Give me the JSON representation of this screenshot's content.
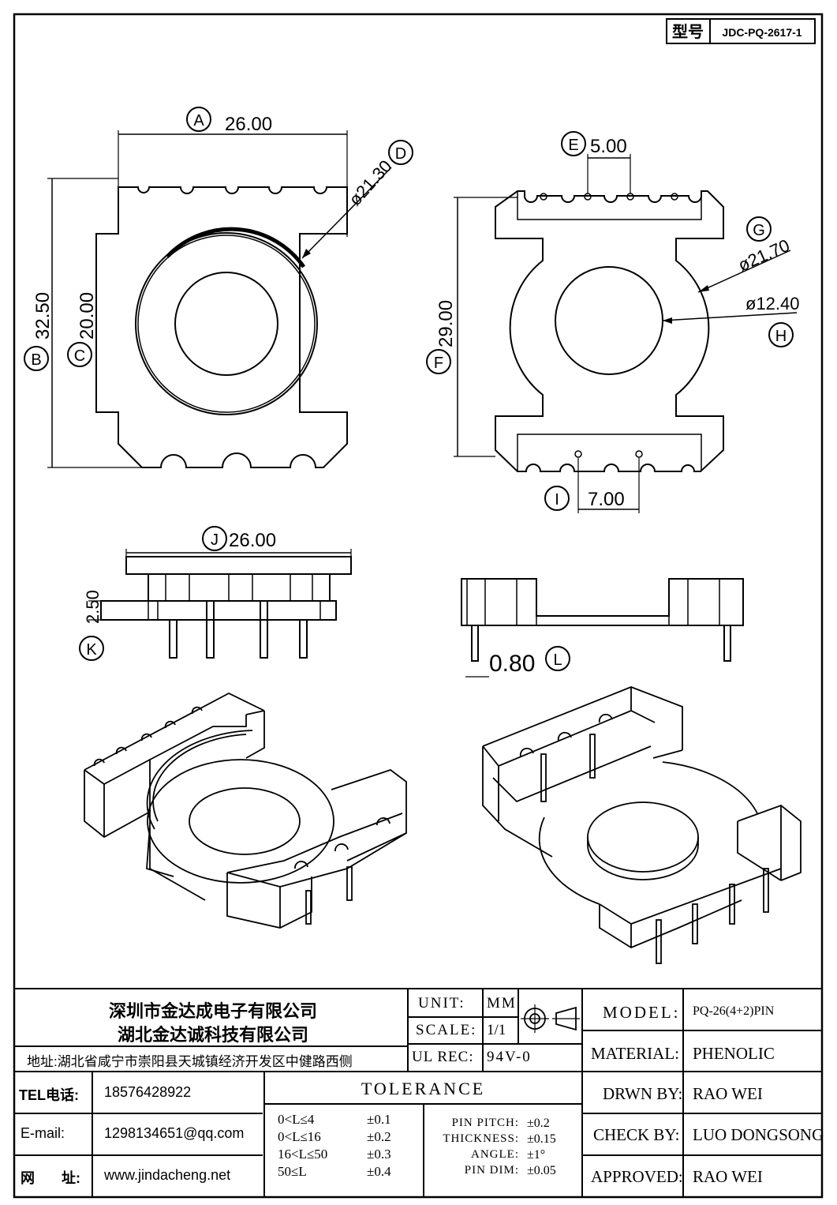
{
  "model_box": {
    "label": "型号",
    "value": "JDC-PQ-2617-1"
  },
  "views": {
    "top": {
      "dim_a": {
        "letter": "A",
        "value": "26.00"
      },
      "dim_b": {
        "letter": "B",
        "value": "32.50"
      },
      "dim_c": {
        "letter": "C",
        "value": "20.00"
      },
      "dim_d": {
        "letter": "D",
        "value": "ø21.30"
      }
    },
    "bottom": {
      "dim_e": {
        "letter": "E",
        "value": "5.00"
      },
      "dim_f": {
        "letter": "F",
        "value": "29.00"
      },
      "dim_g": {
        "letter": "G",
        "value": "ø21.70"
      },
      "dim_h": {
        "letter": "H",
        "value": "ø12.40"
      },
      "dim_i": {
        "letter": "I",
        "value": "7.00"
      }
    },
    "side": {
      "dim_j": {
        "letter": "J",
        "value": "26.00"
      },
      "dim_k": {
        "letter": "K",
        "value": "2.50"
      },
      "dim_l": {
        "letter": "L",
        "value": "0.80"
      }
    }
  },
  "title_block": {
    "company_1": "深圳市金达成电子有限公司",
    "company_2": "湖北金达诚科技有限公司",
    "address": "地址:湖北省咸宁市崇阳县天城镇经济开发区中健路西侧",
    "tel_label": "TEL电话:",
    "tel_value": "18576428922",
    "email_label": "E-mail:",
    "email_value": "1298134651@qq.com",
    "web_label_1": "网",
    "web_label_2": "址:",
    "web_value": "www.jindacheng.net",
    "unit_label": "UNIT:",
    "unit_value": "MM",
    "scale_label": "SCALE:",
    "scale_value": "1/1",
    "ulrec_label": "UL REC:",
    "ulrec_value": "94V-0",
    "tolerance_title": "TOLERANCE",
    "tolerance_rows": [
      {
        "range": "0<L≤4",
        "tol": "±0.1"
      },
      {
        "range": "0<L≤16",
        "tol": "±0.2"
      },
      {
        "range": "16<L≤50",
        "tol": "±0.3"
      },
      {
        "range": "50≤L",
        "tol": "±0.4"
      }
    ],
    "specs": [
      {
        "label": "PIN PITCH:",
        "value": "±0.2"
      },
      {
        "label": "THICKNESS:",
        "value": "±0.15"
      },
      {
        "label": "ANGLE:",
        "value": "±1°"
      },
      {
        "label": "PIN DIM:",
        "value": "±0.05"
      }
    ],
    "model_label": "MODEL:",
    "model_value": "PQ-26(4+2)PIN",
    "material_label": "MATERIAL:",
    "material_value": "PHENOLIC",
    "drawn_label": "DRWN BY:",
    "drawn_value": "RAO WEI",
    "check_label": "CHECK BY:",
    "check_value": "LUO DONGSONG",
    "approved_label": "APPROVED:",
    "approved_value": "RAO WEI"
  }
}
